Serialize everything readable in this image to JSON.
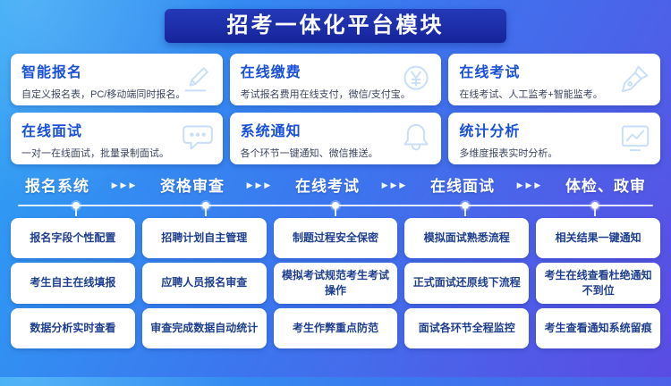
{
  "title": "招考一体化平台模块",
  "colors": {
    "background_accent": "#3b77ef",
    "banner_bg": "#16249b",
    "card_title": "#1950d8",
    "item_text": "#1e3e8f",
    "icon": "#c9def9"
  },
  "feature_cards": [
    {
      "title": "智能报名",
      "desc": "自定义报名表，PC/移动端同时报名。",
      "icon": "pencil-icon"
    },
    {
      "title": "在线缴费",
      "desc": "考试报名费用在线支付，微信/支付宝。",
      "icon": "coin-yen-icon"
    },
    {
      "title": "在线考试",
      "desc": "在线考试、人工监考+智能监考。",
      "icon": "pen-nib-icon"
    },
    {
      "title": "在线面试",
      "desc": "一对一在线面试，批量录制面试。",
      "icon": "chat-bubble-icon"
    },
    {
      "title": "系统通知",
      "desc": "各个环节一键通知、微信推送。",
      "icon": "bell-icon"
    },
    {
      "title": "统计分析",
      "desc": "多维度报表实时分析。",
      "icon": "chart-icon"
    }
  ],
  "flow": {
    "arrow": "▶▶▶",
    "steps": [
      "报名系统",
      "资格审查",
      "在线考试",
      "在线面试",
      "体检、政审"
    ]
  },
  "columns": [
    {
      "step": "报名系统",
      "items": [
        "报名字段个性配置",
        "考生自主在线填报",
        "数据分析实时查看"
      ]
    },
    {
      "step": "资格审查",
      "items": [
        "招聘计划自主管理",
        "应聘人员报名审查",
        "审查完成数据自动统计"
      ]
    },
    {
      "step": "在线考试",
      "items": [
        "制题过程安全保密",
        "模拟考试规范考生考试操作",
        "考生作弊重点防范"
      ]
    },
    {
      "step": "在线面试",
      "items": [
        "模拟面试熟悉流程",
        "正式面试还原线下流程",
        "面试各环节全程监控"
      ]
    },
    {
      "step": "体检、政审",
      "items": [
        "相关结果一键通知",
        "考生在线查看杜绝通知不到位",
        "考生查看通知系统留痕"
      ]
    }
  ]
}
